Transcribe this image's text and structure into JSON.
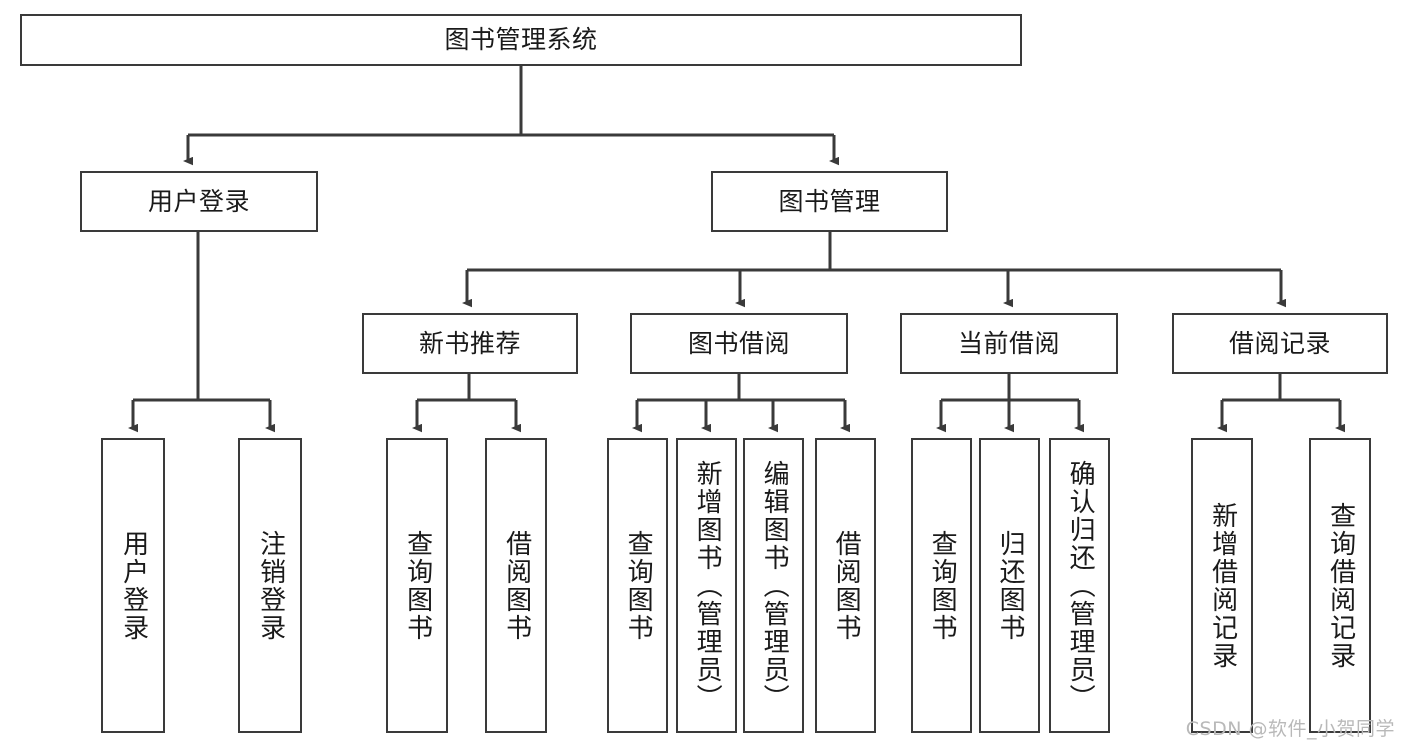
{
  "diagram": {
    "title": "图书管理系统",
    "watermark": "CSDN @软件_小贺同学",
    "line_color": "#3a3a3a",
    "box_border_color": "#3a3a3a",
    "box_fill_color": "#ffffff",
    "text_color": "#1a1a1a",
    "background_color": "#ffffff"
  },
  "nodes": {
    "root": {
      "label": "图书管理系统"
    },
    "level1": [
      {
        "label": "用户登录"
      },
      {
        "label": "图书管理"
      }
    ],
    "level2": [
      {
        "label": "新书推荐"
      },
      {
        "label": "图书借阅"
      },
      {
        "label": "当前借阅"
      },
      {
        "label": "借阅记录"
      }
    ],
    "leaves": {
      "user_login": [
        {
          "label": "用户登录"
        },
        {
          "label": "注销登录"
        }
      ],
      "new_book": [
        {
          "label": "查询图书"
        },
        {
          "label": "借阅图书"
        }
      ],
      "book_borrow": [
        {
          "label": "查询图书"
        },
        {
          "label": "新增图书（管理员）"
        },
        {
          "label": "编辑图书（管理员）"
        },
        {
          "label": "借阅图书"
        }
      ],
      "current_borrow": [
        {
          "label": "查询图书"
        },
        {
          "label": "归还图书"
        },
        {
          "label": "确认归还（管理员）"
        }
      ],
      "borrow_record": [
        {
          "label": "新增借阅记录"
        },
        {
          "label": "查询借阅记录"
        }
      ]
    }
  }
}
